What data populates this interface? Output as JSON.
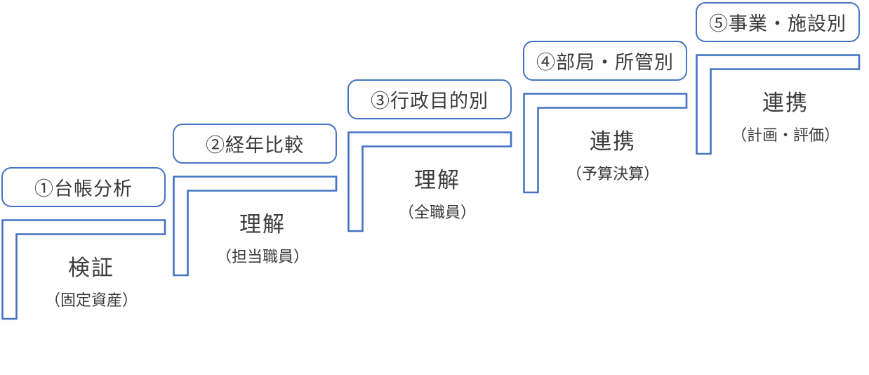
{
  "diagram": {
    "type": "staircase-step-diagram",
    "accent_color": "#4472C4",
    "text_color": "#3b3b3b",
    "background_color": "#ffffff",
    "steps": [
      {
        "label": "①台帳分析",
        "keyword": "検証",
        "note": "（固定資産）"
      },
      {
        "label": "②経年比較",
        "keyword": "理解",
        "note": "（担当職員）"
      },
      {
        "label": "③行政目的別",
        "keyword": "理解",
        "note": "（全職員）"
      },
      {
        "label": "④部局・所管別",
        "keyword": "連携",
        "note": "（予算決算）"
      },
      {
        "label": "⑤事業・施設別",
        "keyword": "連携",
        "note": "（計画・評価）"
      }
    ]
  }
}
